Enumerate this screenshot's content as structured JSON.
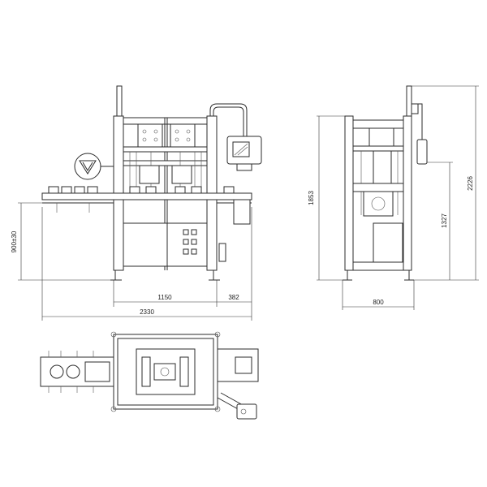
{
  "dimensions": {
    "front_height_range": "900±30",
    "front_width_main": "1150",
    "front_width_side": "382",
    "front_width_total": "2330",
    "side_height_frame": "1853",
    "side_height_mid": "1327",
    "side_height_total": "2226",
    "side_width": "800"
  }
}
